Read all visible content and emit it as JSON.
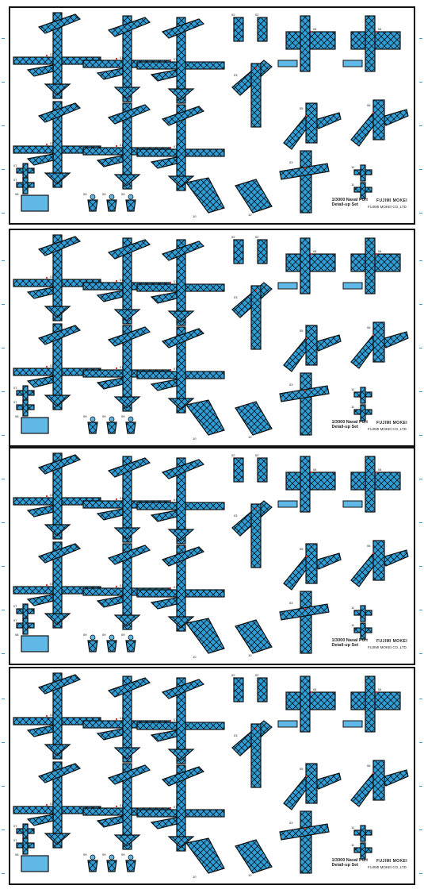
{
  "colors": {
    "part_fill": "#2f9fd8",
    "part_light": "#5fb8e6",
    "outline": "#111111",
    "truss": "#0b1a24",
    "frame": "#111111",
    "grid_mark": "#3aa0d8",
    "accent_red": "#d23a3a"
  },
  "kit": {
    "title_line1": "1/3000 Naval Port",
    "title_line2": "Detail-up Set",
    "logo": "FUJIMI MOKEI",
    "maker": "FUJIMI MOKEI CO.,LTD."
  },
  "part_labels": [
    "01",
    "02",
    "03",
    "04",
    "05",
    "06",
    "07",
    "08",
    "09",
    "10",
    "11"
  ],
  "panels": [
    {
      "id": "sheet-1"
    },
    {
      "id": "sheet-2"
    },
    {
      "id": "sheet-3"
    },
    {
      "id": "sheet-4"
    }
  ]
}
